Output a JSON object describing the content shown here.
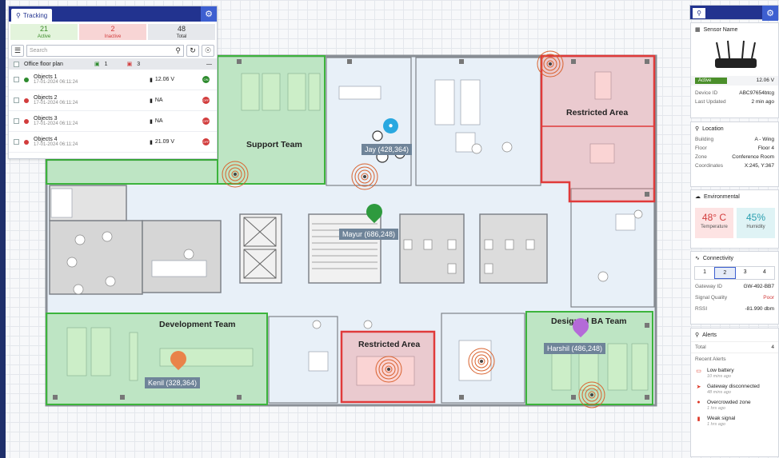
{
  "tracking": {
    "tab_label": "Tracking",
    "stats": [
      {
        "count": "21",
        "label": "Active",
        "bg": "#e3f4dc",
        "color": "#3a8a27"
      },
      {
        "count": "2",
        "label": "Inactive",
        "bg": "#f8d5d5",
        "color": "#d23c3c"
      },
      {
        "count": "48",
        "label": "Total",
        "bg": "#e6e8ec",
        "color": "#333333"
      }
    ],
    "search_placeholder": "Search",
    "floor_label": "Office floor plan",
    "active_count": "1",
    "inactive_count": "3",
    "objects": [
      {
        "name": "Objects 1",
        "time": "17-01-2024 06:11:24",
        "value": "12.06 V",
        "status": "ON",
        "dot": "#2d8a2d"
      },
      {
        "name": "Objects 2",
        "time": "17-01-2024 06:11:24",
        "value": "NA",
        "status": "OFF",
        "dot": "#d23c3c"
      },
      {
        "name": "Objects 3",
        "time": "17-01-2024 06:11:24",
        "value": "NA",
        "status": "OFF",
        "dot": "#d23c3c"
      },
      {
        "name": "Objects 4",
        "time": "17-01-2024 06:11:24",
        "value": "21.09 V",
        "status": "OFF",
        "dot": "#d23c3c"
      }
    ]
  },
  "map": {
    "zones": {
      "support": "Support Team",
      "restricted_top": "Restricted Area",
      "development": "Development Team",
      "restricted_bottom": "Restricted Area",
      "designed_ba": "Designed BA Team"
    },
    "people": {
      "jay": "Jay (428,364)",
      "mayur": "Mayur (686,248)",
      "kenil": "Kenil (328,364)",
      "harshil": "Harshil (486,248)"
    },
    "colors": {
      "green_zone": "#4ec04e",
      "red_zone": "#e03a3a",
      "jay": "#29a8e0",
      "mayur": "#2e9a3e",
      "kenil": "#e9834a",
      "harshil": "#b46ad8"
    }
  },
  "sensor": {
    "title": "Sensor Name",
    "status": "Active",
    "voltage": "12.06 V",
    "device_id_label": "Device ID",
    "device_id": "ABC97654btcg",
    "last_updated_label": "Last Updated",
    "last_updated": "2 min ago"
  },
  "location": {
    "title": "Location",
    "rows": [
      {
        "label": "Building",
        "value": "A - Wing"
      },
      {
        "label": "Floor",
        "value": "Floor 4"
      },
      {
        "label": "Zone",
        "value": "Conference Room"
      },
      {
        "label": "Coordinates",
        "value": "X:245, Y:367"
      }
    ]
  },
  "environmental": {
    "title": "Environmental",
    "temperature": "48° C",
    "temperature_label": "Temperature",
    "humidity": "45%",
    "humidity_label": "Humidity"
  },
  "connectivity": {
    "title": "Connectivity",
    "tabs": [
      "1",
      "2",
      "3",
      "4"
    ],
    "rows": [
      {
        "label": "Gateway ID",
        "value": "GW-492-BB7"
      },
      {
        "label": "Signal Quality",
        "value": "Poor"
      },
      {
        "label": "RSSI",
        "value": "-81.990 dbm"
      }
    ]
  },
  "alerts": {
    "title": "Alerts",
    "total_label": "Total",
    "total": "4",
    "recent_label": "Recent Alerts",
    "items": [
      {
        "title": "Low battery",
        "time": "10 mins ago",
        "icon": "battery-icon"
      },
      {
        "title": "Gateway disconnected",
        "time": "48 mins ago",
        "icon": "gateway-icon"
      },
      {
        "title": "Overcrowded zone",
        "time": "1 hrs ago",
        "icon": "crowd-icon"
      },
      {
        "title": "Weak signal",
        "time": "1 hrs ago",
        "icon": "signal-icon"
      }
    ]
  }
}
